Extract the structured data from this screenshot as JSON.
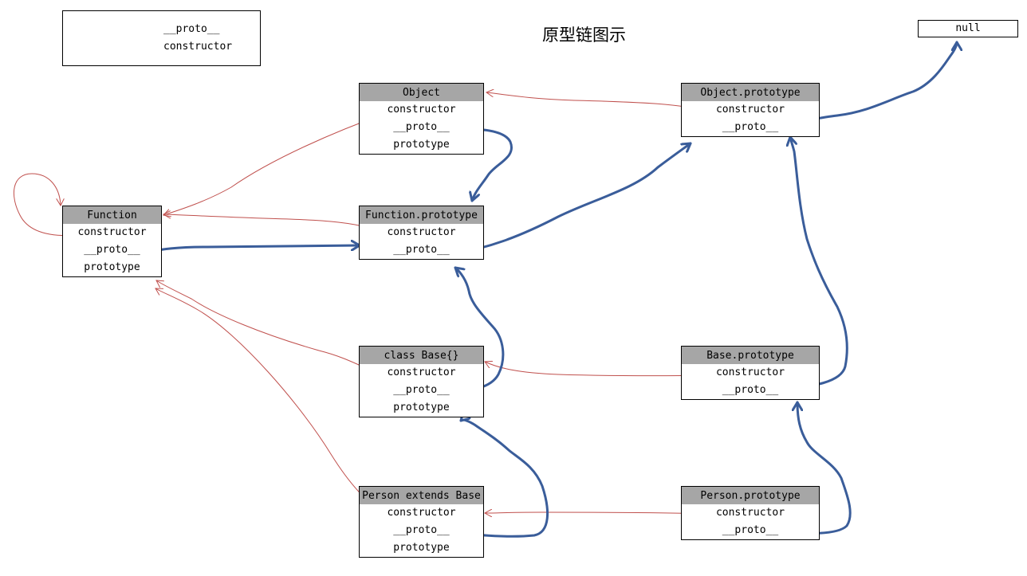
{
  "title": "原型链图示",
  "legend": {
    "proto_label": "__proto__",
    "constructor_label": "constructor"
  },
  "colors": {
    "proto_arrow": "#3a5d9a",
    "constructor_arrow": "#c0504d",
    "box_header": "#a6a6a6"
  },
  "null_label": "null",
  "nodes": {
    "function": {
      "title": "Function",
      "rows": [
        "constructor",
        "__proto__",
        "prototype"
      ]
    },
    "object": {
      "title": "Object",
      "rows": [
        "constructor",
        "__proto__",
        "prototype"
      ]
    },
    "function_prototype": {
      "title": "Function.prototype",
      "rows": [
        "constructor",
        "__proto__"
      ]
    },
    "object_prototype": {
      "title": "Object.prototype",
      "rows": [
        "constructor",
        "__proto__"
      ]
    },
    "base": {
      "title": "class Base{}",
      "rows": [
        "constructor",
        "__proto__",
        "prototype"
      ]
    },
    "base_prototype": {
      "title": "Base.prototype",
      "rows": [
        "constructor",
        "__proto__"
      ]
    },
    "person": {
      "title": "Person extends Base",
      "rows": [
        "constructor",
        "__proto__",
        "prototype"
      ]
    },
    "person_prototype": {
      "title": "Person.prototype",
      "rows": [
        "constructor",
        "__proto__"
      ]
    }
  }
}
